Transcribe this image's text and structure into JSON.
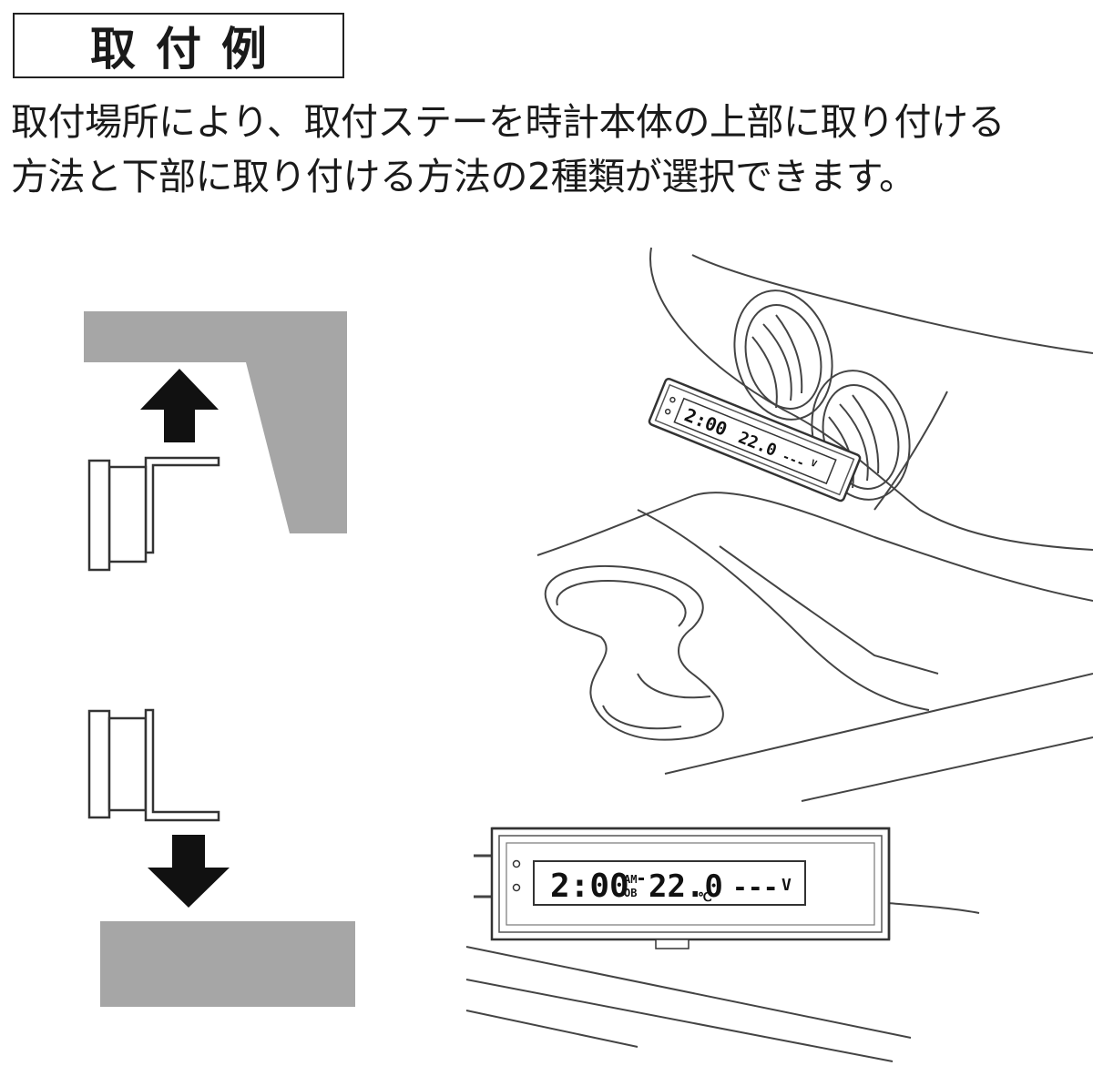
{
  "title": "取付例",
  "description": {
    "line1": "取付場所により、取付ステーを時計本体の上部に取り付ける",
    "line2": "方法と下部に取り付ける方法の2種類が選択できます。"
  },
  "display": {
    "time": "2:00",
    "ampm_top": "AM",
    "ampm_bottom": "OB",
    "temperature": "22.0",
    "temp_unit": "℃",
    "voltage": "---",
    "voltage_unit": "V"
  },
  "colors": {
    "mount_surface": "#a6a6a6",
    "arrow": "#111111",
    "line": "#333333"
  }
}
